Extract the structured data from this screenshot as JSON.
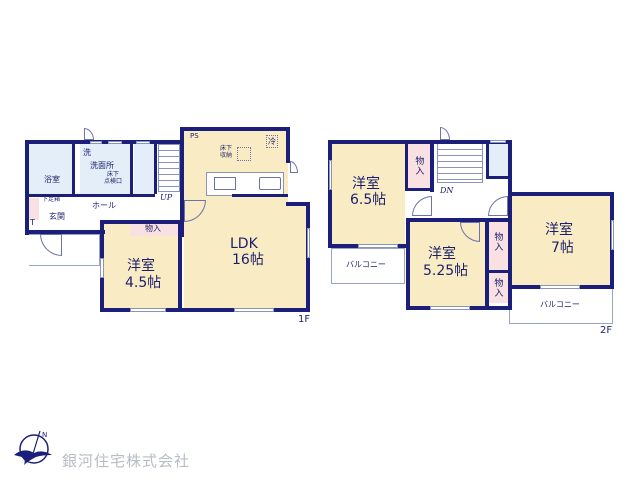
{
  "floor1": {
    "tag": "1F",
    "rooms": {
      "bath": "浴室",
      "washroom": "洗面所",
      "washer": "洗",
      "inspection": "床下\n点検口",
      "shoebox": "下足箱",
      "entrance": "玄関",
      "hall": "ホール",
      "storage": "物入",
      "western_room": "洋室",
      "western_size": "4.5帖",
      "ldk": "LDK",
      "ldk_size": "16帖",
      "underfloor_storage": "床下\n収納",
      "fridge": "冷",
      "ps": "PS",
      "up": "UP",
      "t": "T"
    }
  },
  "floor2": {
    "tag": "2F",
    "rooms": {
      "room_a": "洋室",
      "room_a_size": "6.5帖",
      "room_b": "洋室",
      "room_b_size": "5.25帖",
      "room_c": "洋室",
      "room_c_size": "7帖",
      "storage_1": "物入",
      "storage_2": "物入",
      "storage_3": "物入",
      "balcony_1": "バルコニー",
      "balcony_2": "バルコニー",
      "dn": "DN"
    }
  },
  "footer": {
    "company": "銀河住宅株式会社"
  },
  "colors": {
    "wall": "#1b1f7a",
    "room_fill": "#f9ecc4",
    "wet_fill": "#e3eef8",
    "storage_fill": "#f9e1e3"
  }
}
